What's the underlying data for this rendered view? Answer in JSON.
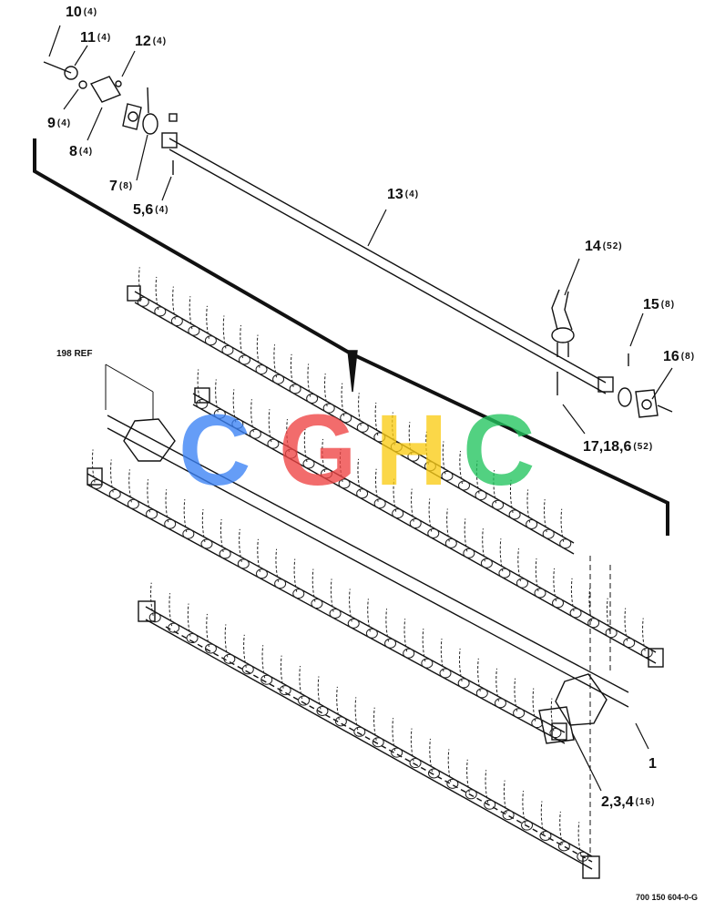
{
  "callouts": [
    {
      "num": "10",
      "qty": "(4)"
    },
    {
      "num": "11",
      "qty": "(4)"
    },
    {
      "num": "12",
      "qty": "(4)"
    },
    {
      "num": "9",
      "qty": "(4)"
    },
    {
      "num": "8",
      "qty": "(4)"
    },
    {
      "num": "7",
      "qty": "(8)"
    },
    {
      "num": "5,6",
      "qty": "(4)"
    },
    {
      "num": "13",
      "qty": "(4)"
    },
    {
      "num": "14",
      "qty": "(52)"
    },
    {
      "num": "15",
      "qty": "(8)"
    },
    {
      "num": "16",
      "qty": "(8)"
    },
    {
      "num": "17,18,6",
      "qty": "(52)"
    },
    {
      "num": "1",
      "qty": ""
    },
    {
      "num": "2,3,4",
      "qty": "(16)"
    }
  ],
  "ref_label": "198 REF",
  "part_number": "700 150 604-0-G",
  "watermark": {
    "letters": [
      "C",
      "G",
      "H",
      "C"
    ],
    "colors": [
      "#3b82f6",
      "#ef4444",
      "#facc15",
      "#22c55e"
    ]
  }
}
